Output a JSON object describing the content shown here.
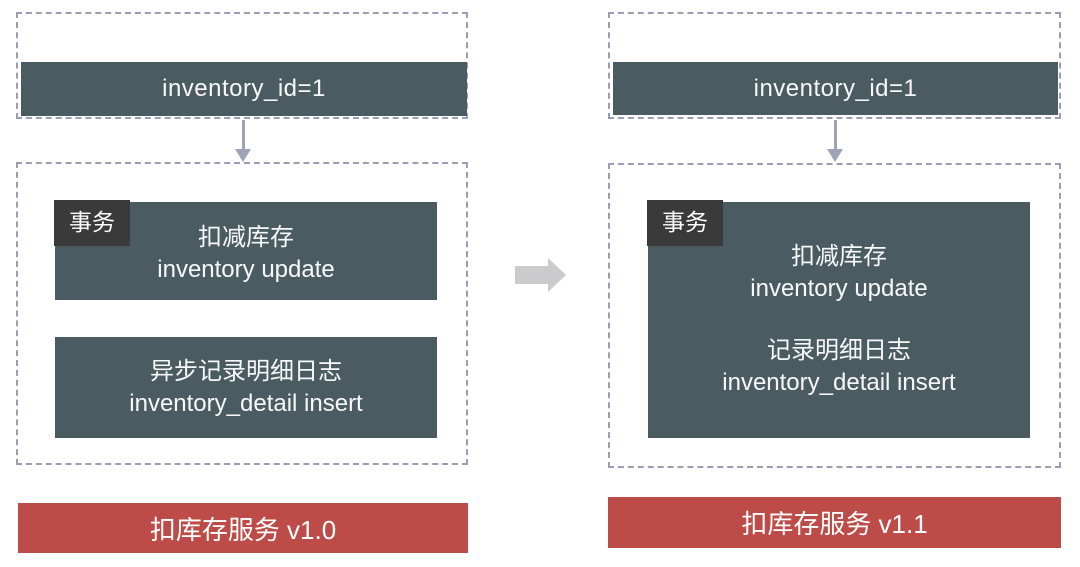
{
  "left": {
    "request_box": "inventory_id=1",
    "transaction_badge": "事务",
    "update_box": {
      "title": "扣减库存",
      "subtitle": "inventory update"
    },
    "log_box": {
      "title": "异步记录明细日志",
      "subtitle": "inventory_detail insert"
    },
    "service_label": "扣库存服务 v1.0"
  },
  "right": {
    "request_box": "inventory_id=1",
    "transaction_badge": "事务",
    "combined_box": {
      "line1": "扣减库存",
      "line2": "inventory update",
      "line3": "记录明细日志",
      "line4": "inventory_detail insert"
    },
    "service_label": "扣库存服务 v1.1"
  },
  "colors": {
    "teal_box": "#4a5c62",
    "transaction_badge": "#3a3a3a",
    "service_red": "#bd4b47",
    "dashed_border": "#9b9db4",
    "down_arrow": "#a0a2b6",
    "transform_arrow": "#cbcbcd"
  }
}
